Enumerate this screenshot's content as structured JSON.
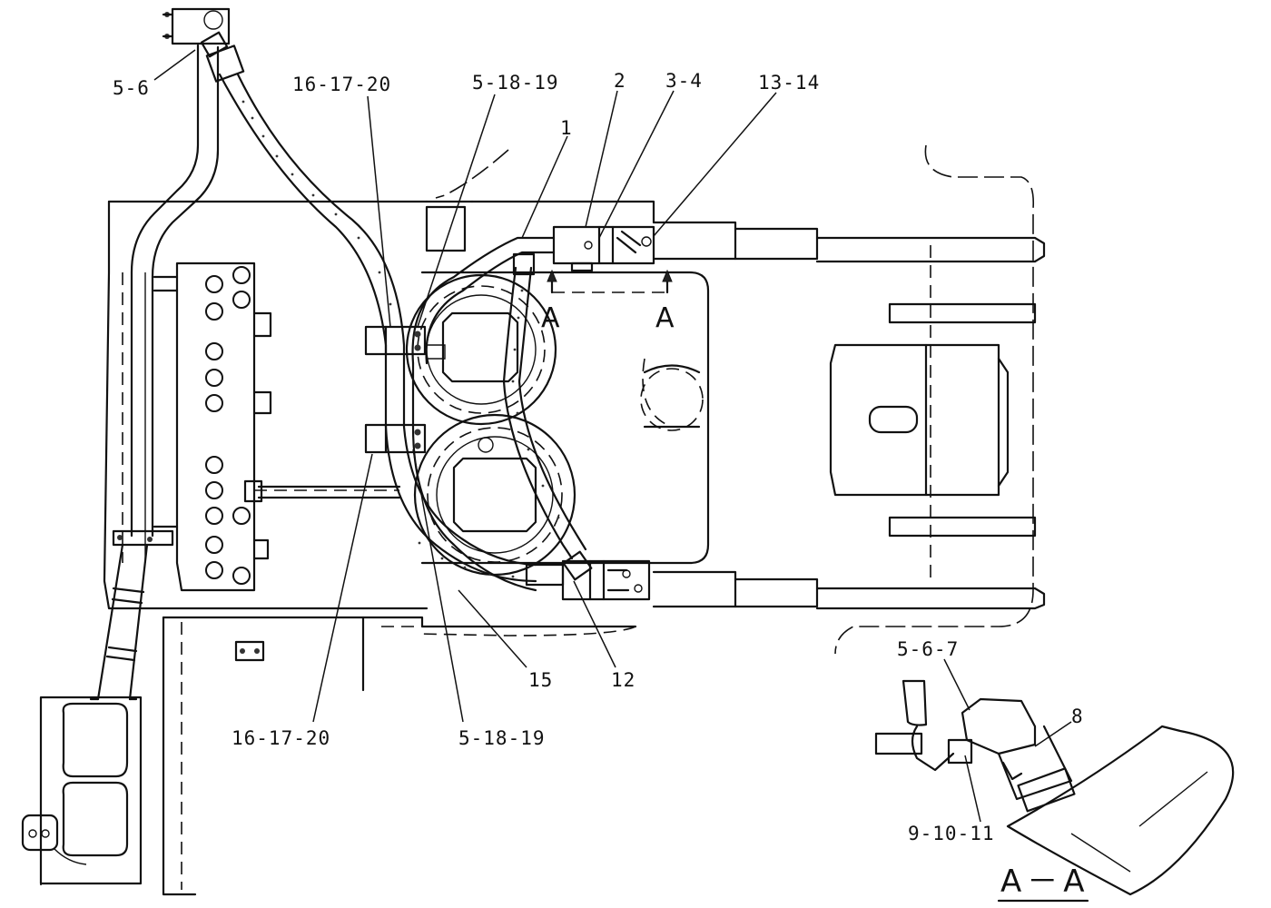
{
  "labels": {
    "l_5_6": "5-6",
    "l_16_17_20_top": "16-17-20",
    "l_5_18_19_top": "5-18-19",
    "l_1": "1",
    "l_2": "2",
    "l_3_4": "3-4",
    "l_13_14": "13-14",
    "l_15": "15",
    "l_12": "12",
    "l_16_17_20_bottom": "16-17-20",
    "l_5_18_19_bottom": "5-18-19",
    "l_5_6_7": "5-6-7",
    "l_8": "8",
    "l_9_10_11": "9-10-11"
  },
  "section_marks": {
    "left": "A",
    "right": "A",
    "view_title": "A－A"
  },
  "icons": [
    "hose-clamp-icon",
    "hydraulic-fitting-icon",
    "valve-block-icon"
  ]
}
